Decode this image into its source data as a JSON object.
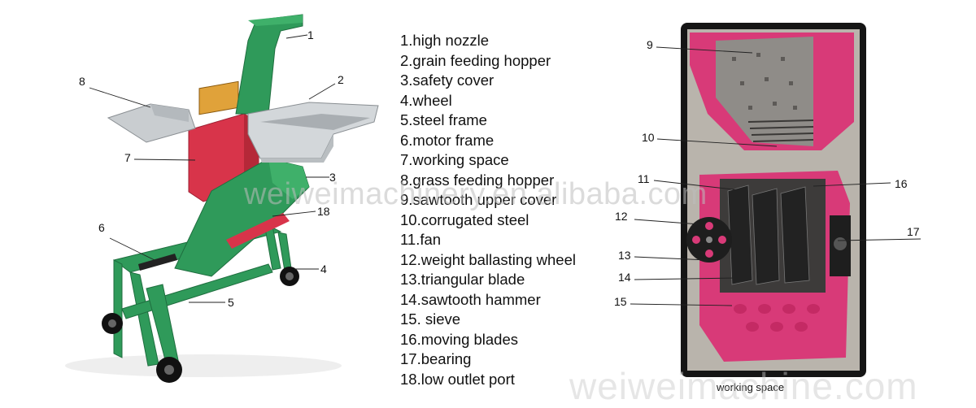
{
  "parts_list": [
    "1.high nozzle",
    "2.grain feeding hopper",
    "3.safety cover",
    "4.wheel",
    "5.steel frame",
    "6.motor frame",
    "7.working space",
    "8.grass feeding hopper",
    "9.sawtooth upper cover",
    "10.corrugated steel",
    "11.fan",
    "12.weight ballasting wheel",
    "13.triangular blade",
    "14.sawtooth hammer",
    "15. sieve",
    "16.moving blades",
    "17.bearing",
    "18.low outlet port"
  ],
  "machine_callouts": [
    "1",
    "2",
    "3",
    "4",
    "5",
    "6",
    "7",
    "8",
    "18"
  ],
  "interior_callouts": [
    "9",
    "10",
    "11",
    "12",
    "13",
    "14",
    "15",
    "16",
    "17"
  ],
  "caption": "working space",
  "watermarks": {
    "center": "weiweimachinery.en.alibaba.com",
    "bottom": "weiweimachine.com"
  },
  "colors": {
    "machine_green": "#2f9a5a",
    "machine_red": "#d8344a",
    "hopper_gray": "#c9cdd0",
    "interior_magenta": "#d83a78",
    "frame_black": "#151515"
  }
}
